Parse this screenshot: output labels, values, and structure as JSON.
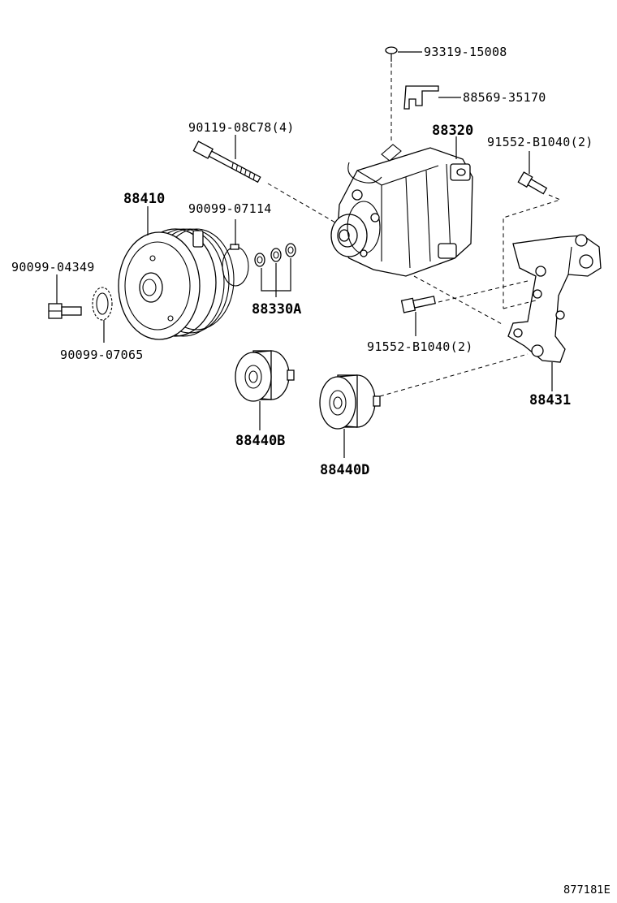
{
  "diagram": {
    "labels": {
      "p93319": "93319-15008",
      "p88569": "88569-35170",
      "p90119": "90119-08C78(4)",
      "p88320": "88320",
      "p91552a": "91552-B1040(2)",
      "p88410": "88410",
      "p90099_07114": "90099-07114",
      "p90099_04349": "90099-04349",
      "p88330A": "88330A",
      "p91552b": "91552-B1040(2)",
      "p90099_07065": "90099-07065",
      "p88431": "88431",
      "p88440B": "88440B",
      "p88440D": "88440D"
    },
    "reference": "877181E"
  }
}
